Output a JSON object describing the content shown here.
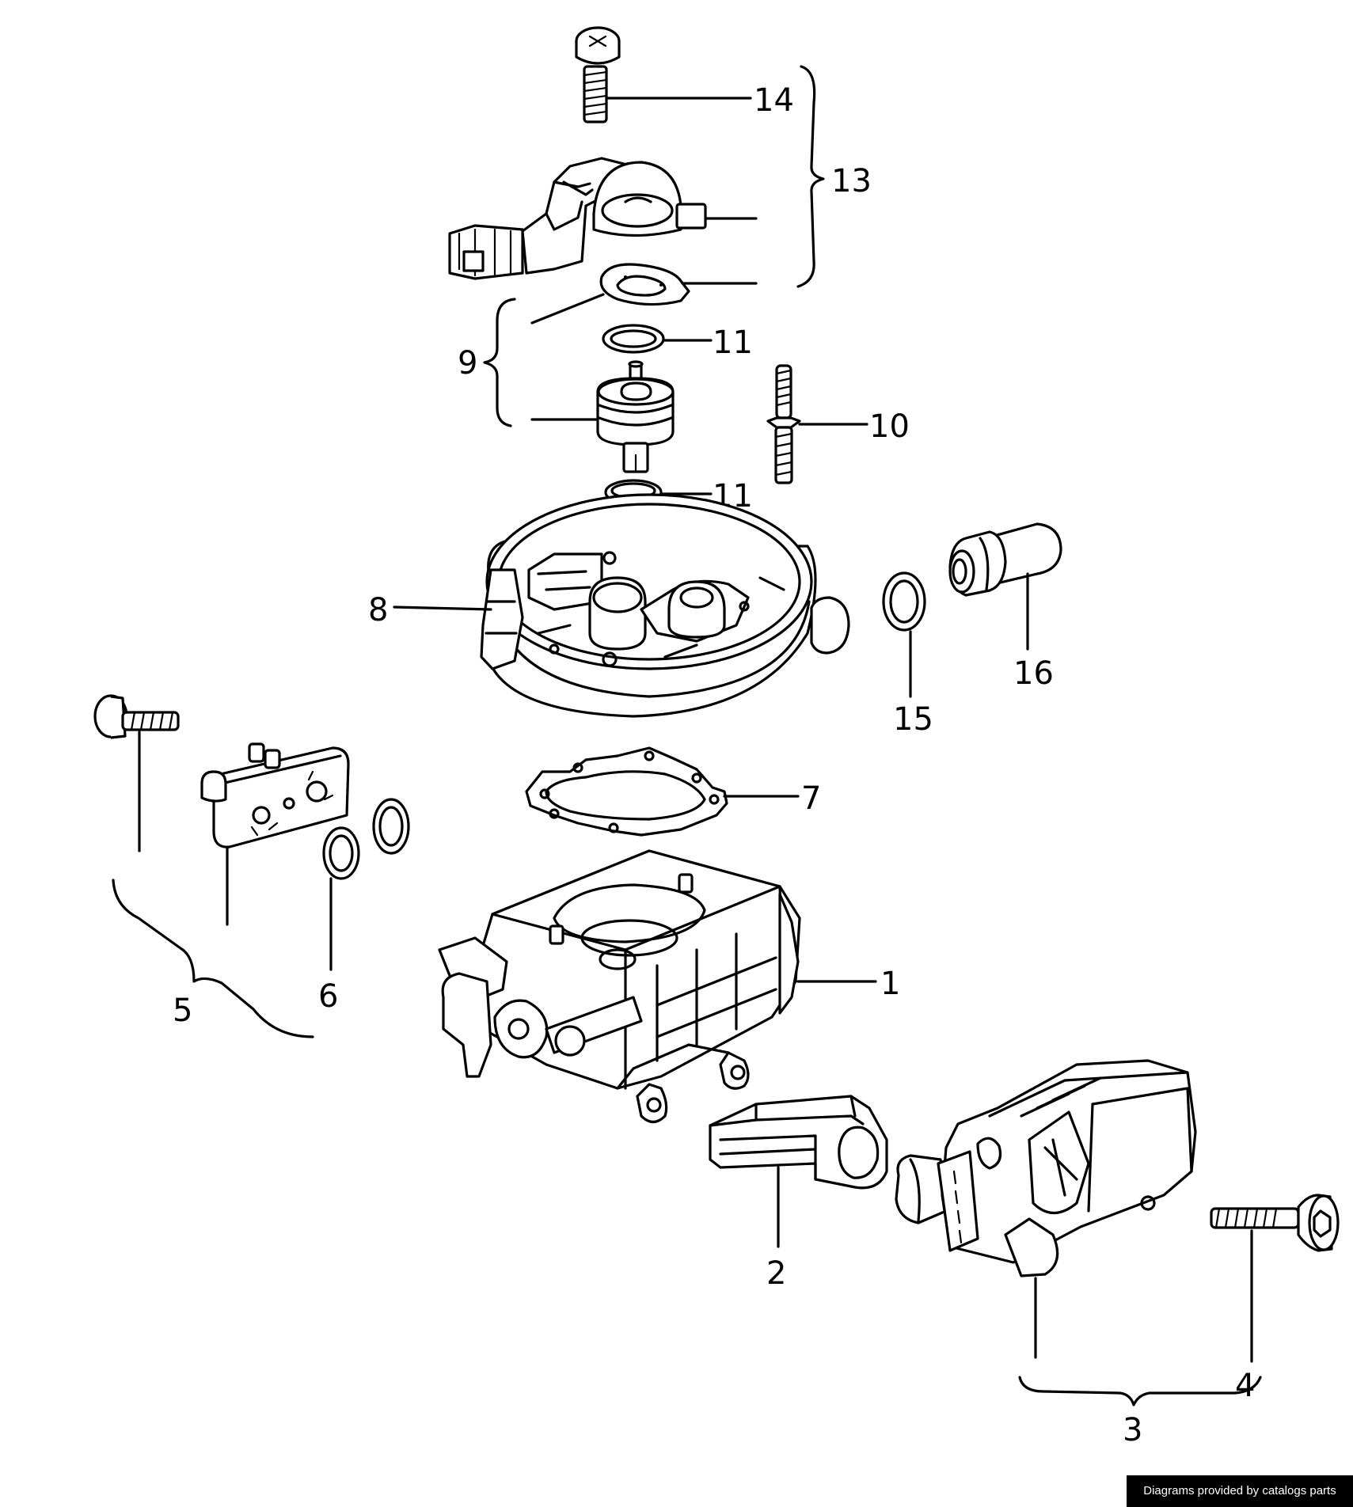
{
  "callouts": {
    "c1": "1",
    "c2": "2",
    "c3": "3",
    "c4": "4",
    "c5": "5",
    "c6": "6",
    "c7": "7",
    "c8": "8",
    "c9": "9",
    "c10": "10",
    "c11a": "11",
    "c11b": "11",
    "c13": "13",
    "c14": "14",
    "c15": "15",
    "c16": "16"
  },
  "watermark": "Diagrams provided by catalogs parts"
}
